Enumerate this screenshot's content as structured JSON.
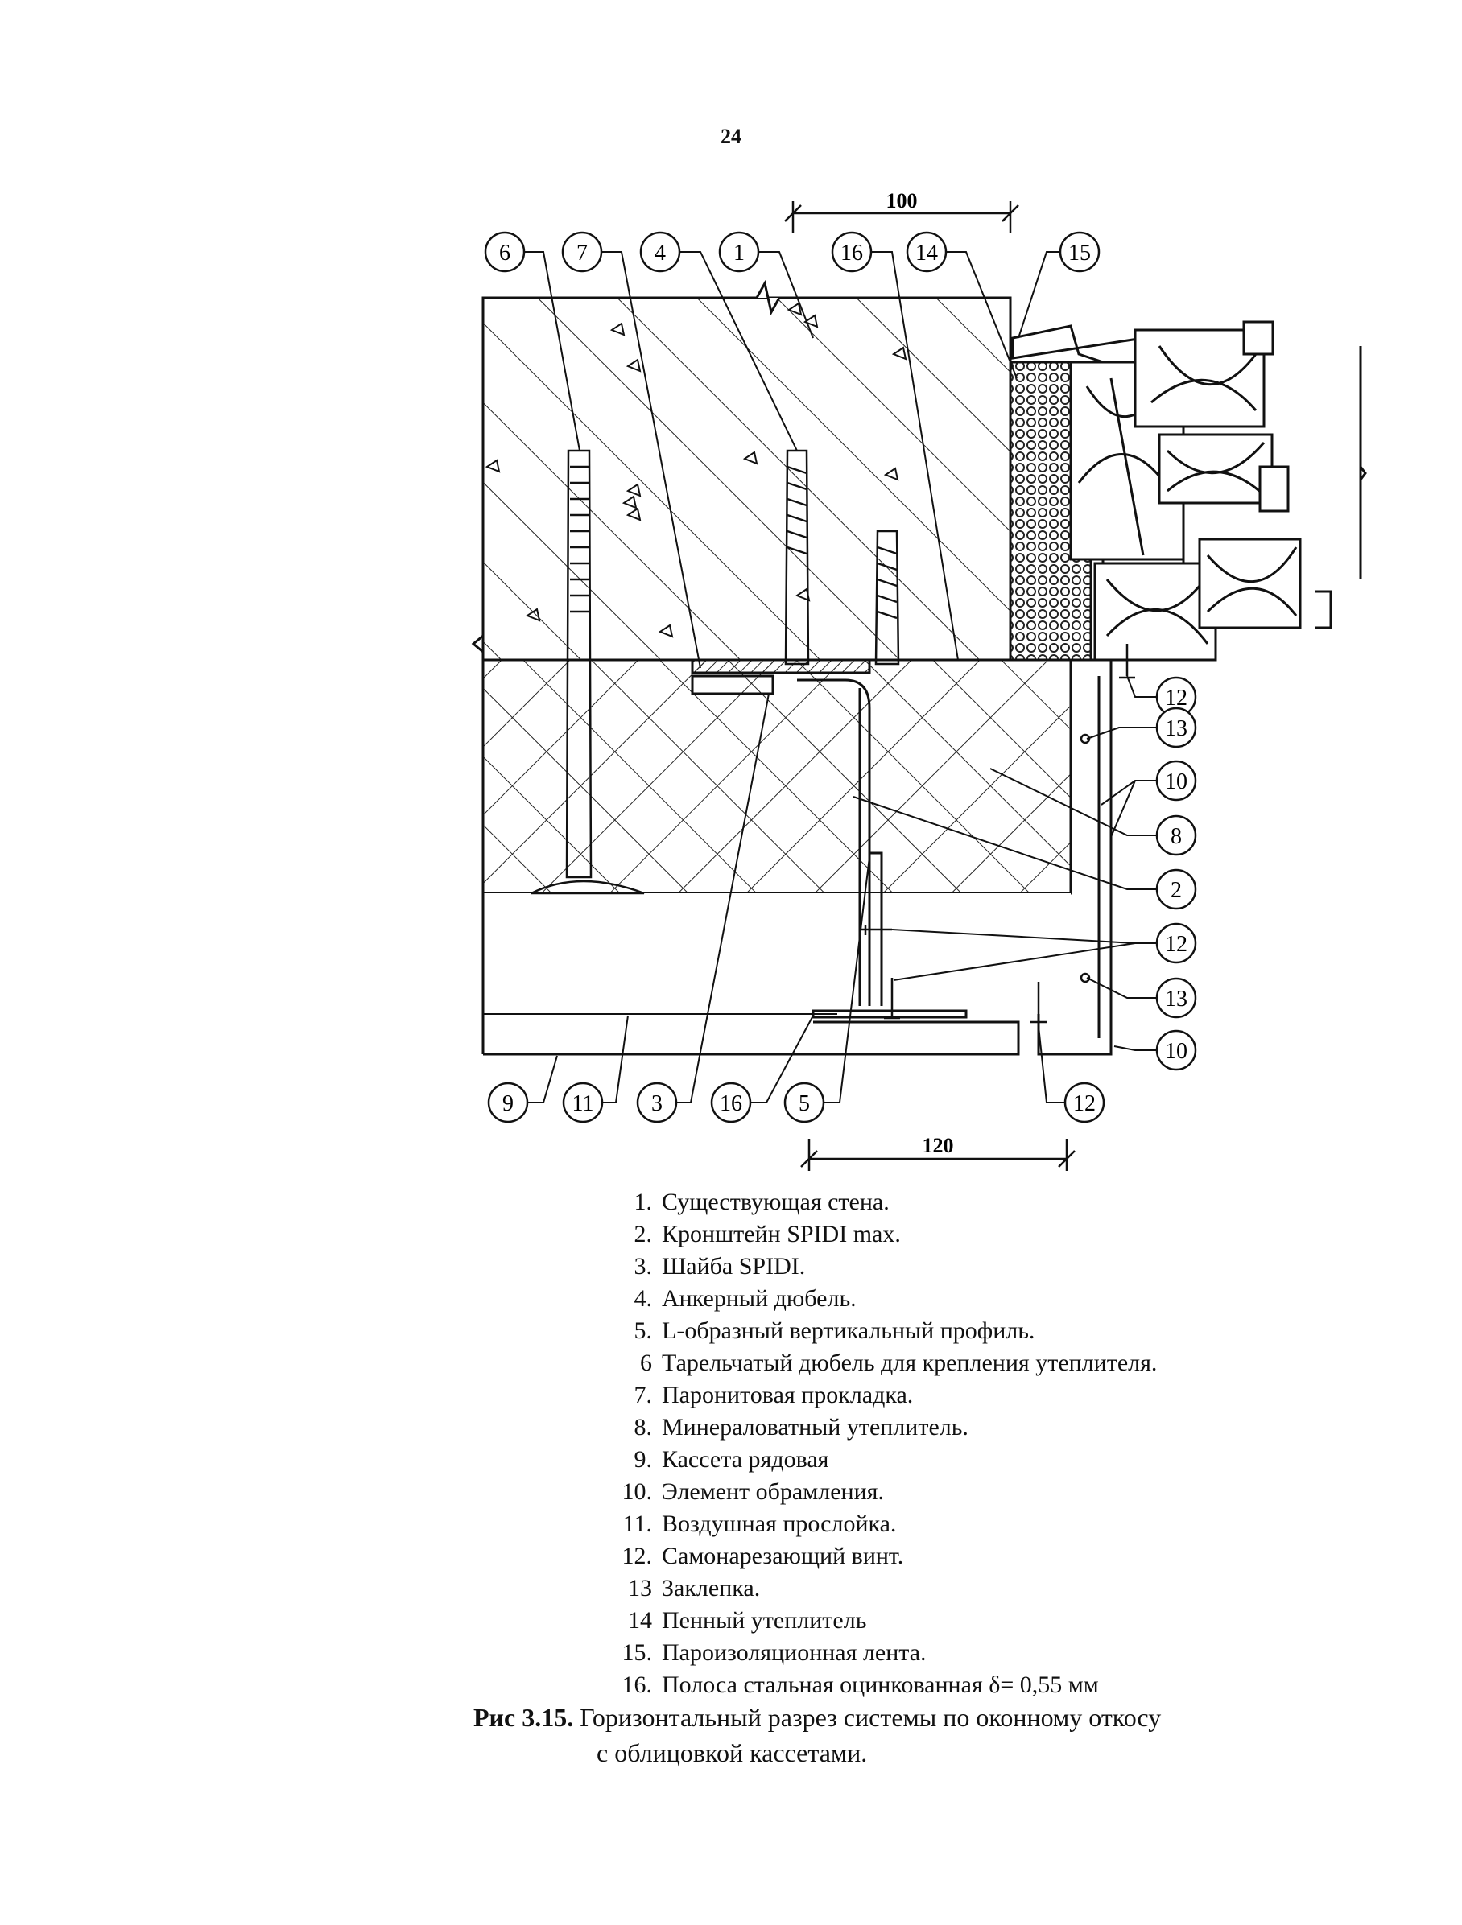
{
  "page_number": "24",
  "dimensions": {
    "top": "100",
    "bottom": "120"
  },
  "callouts_top": [
    "6",
    "7",
    "4",
    "1",
    "16",
    "14",
    "15"
  ],
  "callouts_right": [
    "12",
    "13",
    "10",
    "8",
    "2",
    "12",
    "13",
    "10"
  ],
  "callouts_bottom": [
    "9",
    "11",
    "3",
    "16",
    "5",
    "12"
  ],
  "legend": [
    {
      "num": "1.",
      "text": "Существующая стена."
    },
    {
      "num": "2.",
      "text": "Кронштейн SPIDI max."
    },
    {
      "num": "3.",
      "text": "Шайба SPIDI."
    },
    {
      "num": "4.",
      "text": "Анкерный дюбель."
    },
    {
      "num": "5.",
      "text": "L-образный вертикальный профиль."
    },
    {
      "num": "6",
      "text": "Тарельчатый дюбель для крепления утеплителя."
    },
    {
      "num": "7.",
      "text": "Паронитовая прокладка."
    },
    {
      "num": "8.",
      "text": "Минераловатный утеплитель."
    },
    {
      "num": "9.",
      "text": "Кассета рядовая"
    },
    {
      "num": "10.",
      "text": "Элемент обрамления."
    },
    {
      "num": "11.",
      "text": "Воздушная прослойка."
    },
    {
      "num": "12.",
      "text": "Самонарезающий винт."
    },
    {
      "num": "13",
      "text": "Заклепка."
    },
    {
      "num": "14",
      "text": "Пенный утеплитель"
    },
    {
      "num": "15.",
      "text": "Пароизоляционная лента."
    },
    {
      "num": "16.",
      "text": "Полоса стальная оцинкованная  δ= 0,55 мм"
    }
  ],
  "caption": {
    "label": "Рис 3.15.",
    "line1": "Горизонтальный разрез системы по оконному откосу",
    "line2": "с облицовкой кассетами."
  }
}
